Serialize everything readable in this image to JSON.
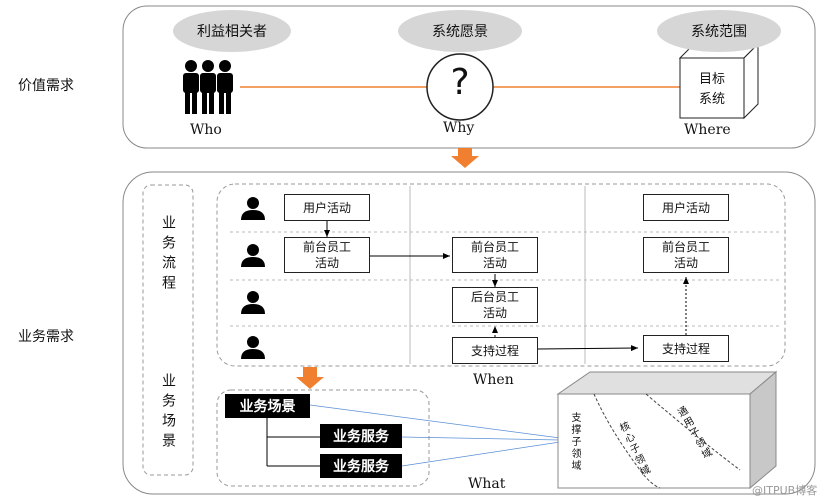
{
  "left_labels": {
    "value_req": "价值需求",
    "biz_req": "业务需求"
  },
  "top": {
    "stakeholders": "利益相关者",
    "vision": "系统愿景",
    "scope": "系统范围",
    "who": "Who",
    "why": "Why",
    "where": "Where",
    "question": "?",
    "target_system": "目标\n系统"
  },
  "process": {
    "flow_label": "业务流程",
    "scene_label": "业务场景",
    "user_activity_1": "用户活动",
    "user_activity_2": "用户活动",
    "front_staff_1": "前台员工\n活动",
    "front_staff_2": "前台员工\n活动",
    "front_staff_3": "前台员工\n活动",
    "back_staff": "后台员工\n活动",
    "support_1": "支持过程",
    "support_2": "支持过程",
    "when": "When"
  },
  "scene": {
    "main": "业务场景",
    "service_1": "业务服务",
    "service_2": "业务服务",
    "what": "What"
  },
  "domain": {
    "support": "支撑子领域",
    "core": "核心子领域",
    "general": "通用子领域"
  },
  "watermark": "@ITPUB博客",
  "colors": {
    "accent": "#F08030",
    "cloud": "#D6D6D6"
  }
}
